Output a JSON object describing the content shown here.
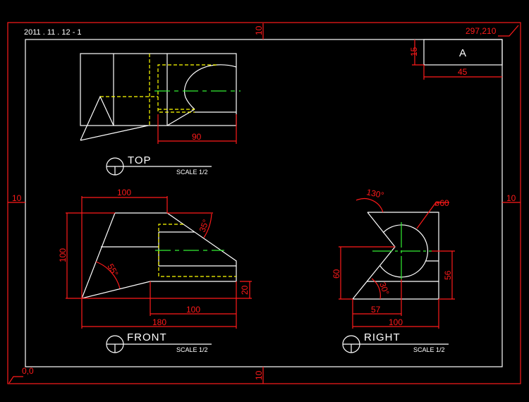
{
  "colors": {
    "background": "#000000",
    "border": "#ff1a1a",
    "geometry": "#ffffff",
    "hidden": "#ffff00",
    "center": "#33ee33",
    "dimension": "#ff1a1a"
  },
  "sheet": {
    "date_label": "2011 . 11 . 12  - 1",
    "size_label": "297,210",
    "origin_label": "0,0",
    "margin_top": "10",
    "margin_bottom": "10",
    "margin_left": "10",
    "margin_right": "10"
  },
  "title_block": {
    "letter": "A",
    "height_dim": "15",
    "width_dim": "45"
  },
  "views": {
    "top": {
      "label": "TOP",
      "scale": "SCALE 1/2",
      "dims": {
        "width": "90"
      }
    },
    "front": {
      "label": "FRONT",
      "scale": "SCALE 1/2",
      "dims": {
        "top_width": "100",
        "height": "100",
        "step": "20",
        "bottom_width": "100",
        "total_width": "180",
        "angle_left": "55°",
        "angle_right": "35°"
      }
    },
    "right": {
      "label": "RIGHT",
      "scale": "SCALE 1/2",
      "dims": {
        "notch_height": "60",
        "center_height": "56",
        "center_offset": "57",
        "width": "100",
        "angle_top": "130°",
        "angle_bottom": "30°",
        "diameter": "ø60"
      }
    }
  }
}
